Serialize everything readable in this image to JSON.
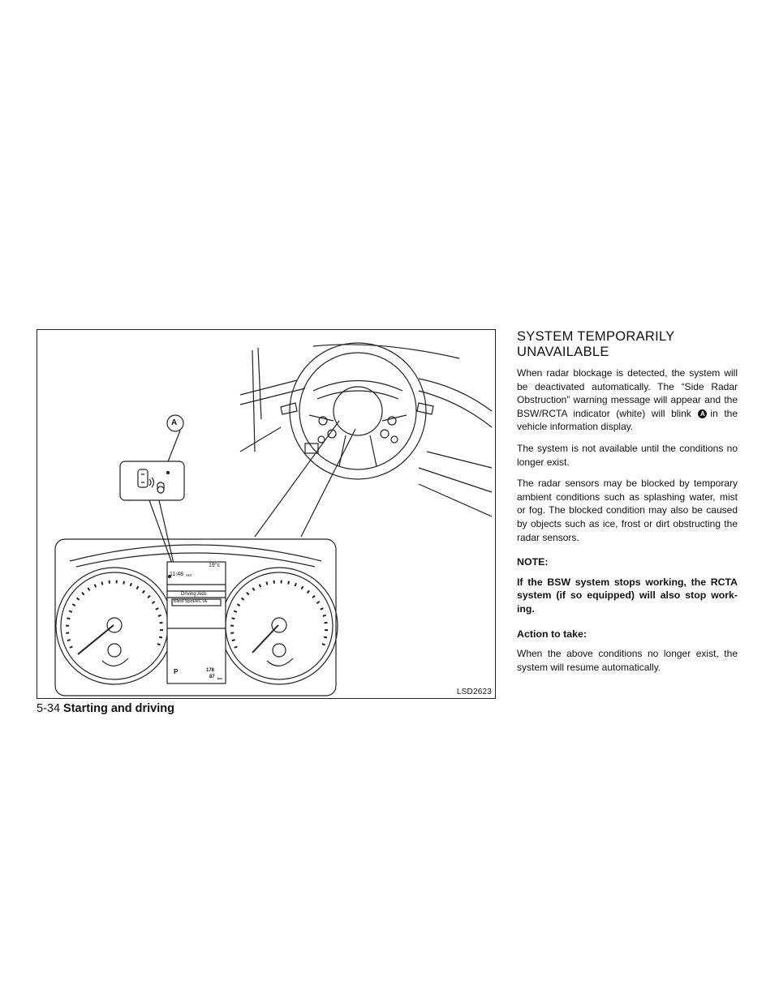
{
  "section": {
    "title_line1": "SYSTEM TEMPORARILY",
    "title_line2": "UNAVAILABLE",
    "para1_before": "When radar blockage is detected, the system will be deactivated automatically. The “Side Radar Obstruction” warning message will appear and the BSW/RCTA indicator (white) will blink",
    "para1_callout": "A",
    "para1_after": "in the vehicle information display.",
    "para2": "The system is not available until the conditions no longer exist.",
    "para3": "The radar sensors may be blocked by temporary ambient conditions such as splashing water, mist or fog. The blocked condition may also be caused by objects such as ice, frost or dirt obstructing the radar sensors.",
    "note_head": "NOTE:",
    "note_body": "If the BSW system stops working, the RCTA system (if so equipped) will also stop work-ing.",
    "action_head": "Action to take:",
    "action_body": "When the above conditions no longer exist, the system will resume automatically."
  },
  "figure": {
    "code": "LSD2623",
    "callout_label": "A",
    "display": {
      "time": "11:48",
      "ampm": "AM",
      "temp": "19°c",
      "menu_title": "Driving Aids",
      "menu_item": "Blind Spot/RCTA",
      "gear": "P",
      "odo_value": "178",
      "range_value": "87",
      "range_unit": "km"
    }
  },
  "footer": {
    "page": "5-34",
    "chapter": "Starting and driving"
  }
}
